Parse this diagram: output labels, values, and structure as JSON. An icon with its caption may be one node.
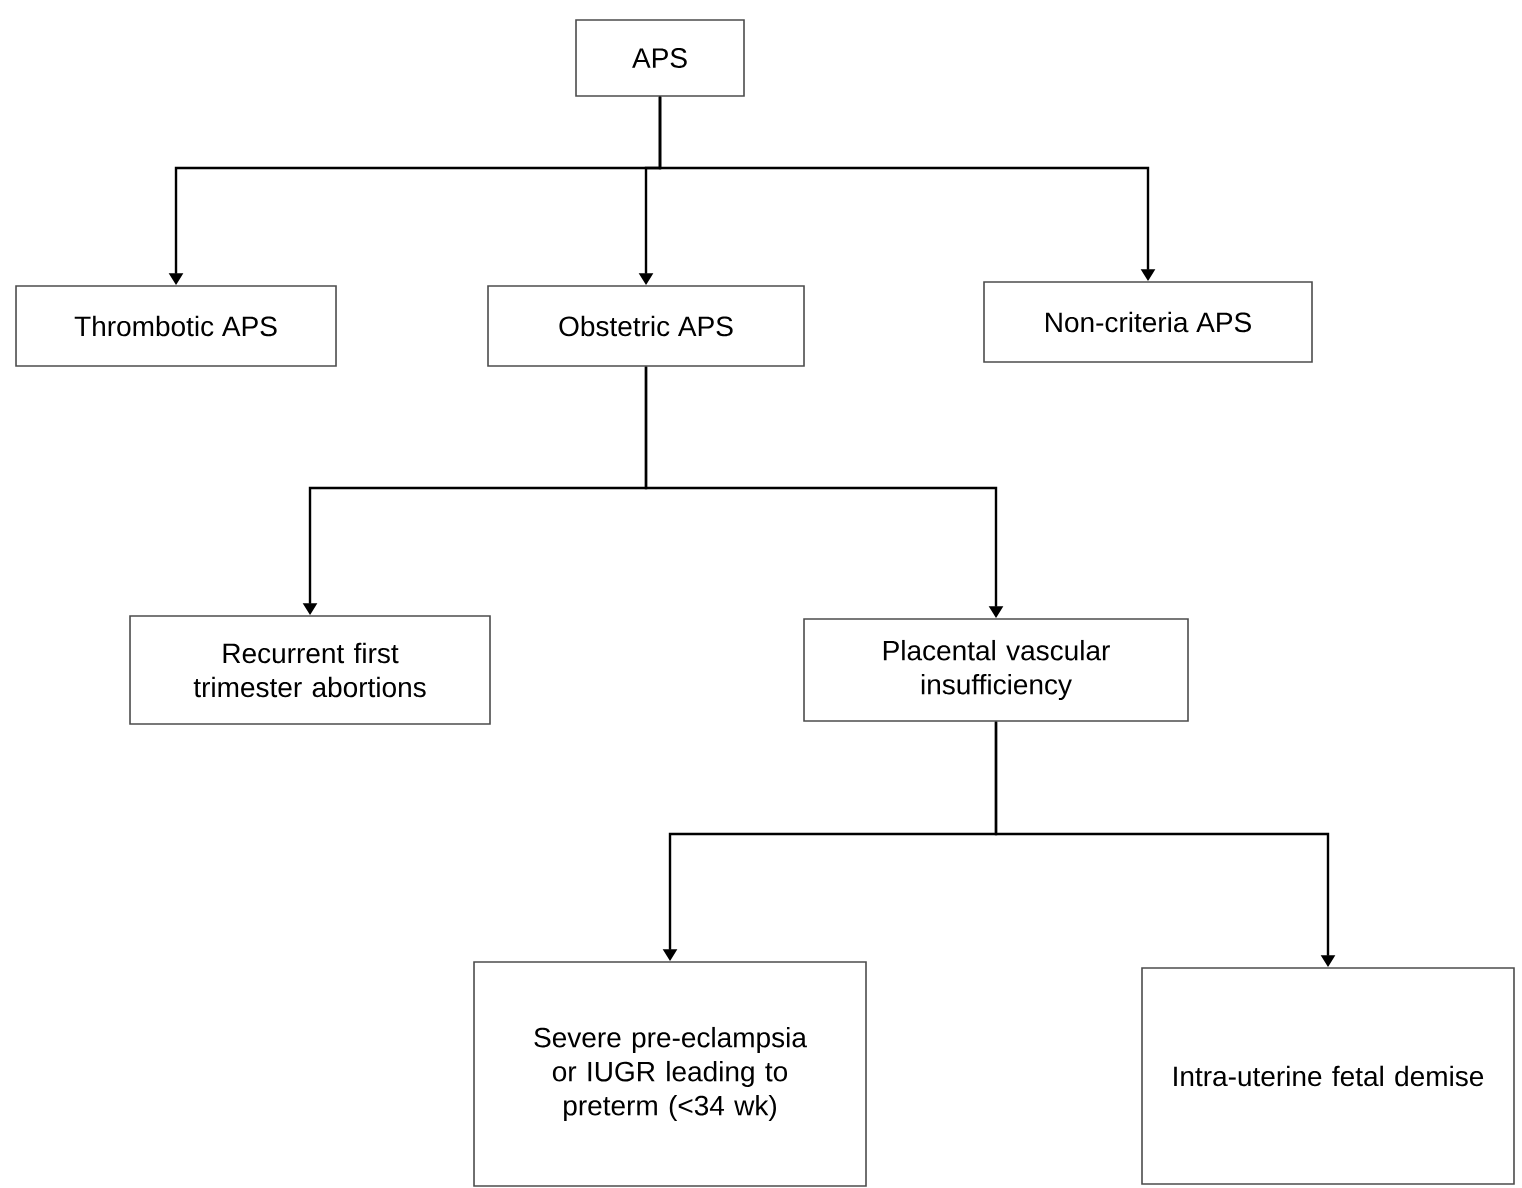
{
  "diagram": {
    "nodes": [
      {
        "text": [
          "APS"
        ]
      },
      {
        "text": [
          "Thrombotic APS"
        ]
      },
      {
        "text": [
          "Obstetric APS"
        ]
      },
      {
        "text": [
          "Non-criteria APS"
        ]
      },
      {
        "text": [
          "Recurrent first trimester abortions"
        ]
      },
      {
        "text": [
          "Placental vascular insufficiency"
        ]
      },
      {
        "text": [
          "Severe pre-eclampsia or IUGR leading to preterm (<34 wk)"
        ]
      },
      {
        "text": [
          "Intra-uterine fetal demise"
        ]
      }
    ],
    "edges": [
      {
        "from": 0,
        "to": 1,
        "arrow": "to"
      },
      {
        "from": 0,
        "to": 2,
        "arrow": "to"
      },
      {
        "from": 0,
        "to": 3,
        "arrow": "to"
      },
      {
        "from": 2,
        "to": 4,
        "arrow": "to"
      },
      {
        "from": 2,
        "to": 5,
        "arrow": "to"
      },
      {
        "from": 5,
        "to": 6,
        "arrow": "to"
      },
      {
        "from": 5,
        "to": 7,
        "arrow": "to"
      }
    ]
  }
}
